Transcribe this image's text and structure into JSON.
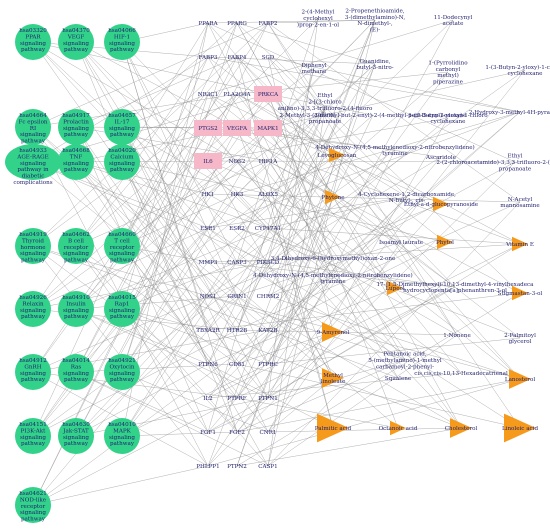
{
  "colors": {
    "pathway": "#33d28a",
    "gene_highlight": "#f6b8c8",
    "compound_triangle": "#f59a1b",
    "text": "#1e1e6e",
    "edge": "#8a8a8a"
  },
  "pathways": [
    {
      "id": "hsa03320",
      "name": "PPAR signaling pathway"
    },
    {
      "id": "hsa04370",
      "name": "VEGF signaling pathway"
    },
    {
      "id": "hsa04066",
      "name": "HIF-1 signaling pathway"
    },
    {
      "id": "hsa04664",
      "name": "Fc epsilon RI signaling pathway"
    },
    {
      "id": "hsa04917",
      "name": "Prolactin signaling pathway"
    },
    {
      "id": "hsa04657",
      "name": "IL-17 signaling pathway"
    },
    {
      "id": "hsa04933",
      "name": "AGE-RAGE signaling pathway in diabetic complications"
    },
    {
      "id": "hsa04668",
      "name": "TNF signaling pathway"
    },
    {
      "id": "hsa04020",
      "name": "Calcium signaling pathway"
    },
    {
      "id": "hsa04919",
      "name": "Thyroid hormone signaling pathway"
    },
    {
      "id": "hsa04662",
      "name": "B cell receptor signaling pathway"
    },
    {
      "id": "hsa04660",
      "name": "T cell receptor signaling pathway"
    },
    {
      "id": "hsa04926",
      "name": "Relaxin signaling pathway"
    },
    {
      "id": "hsa04910",
      "name": "Insulin signaling pathway"
    },
    {
      "id": "hsa04015",
      "name": "Rap1 signaling pathway"
    },
    {
      "id": "hsa04912",
      "name": "GnRH signaling pathway"
    },
    {
      "id": "hsa04014",
      "name": "Ras signaling pathway"
    },
    {
      "id": "hsa04921",
      "name": "Oxytocin signaling pathway"
    },
    {
      "id": "hsa04151",
      "name": "PI3K-Akt signaling pathway"
    },
    {
      "id": "hsa04630",
      "name": "Jak-STAT signaling pathway"
    },
    {
      "id": "hsa04010",
      "name": "MAPK signaling pathway"
    },
    {
      "id": "hsa04621",
      "name": "NOD-like receptor signaling pathway"
    }
  ],
  "genes": [
    {
      "name": "PPARA",
      "highlight": false
    },
    {
      "name": "PPARG",
      "highlight": false
    },
    {
      "name": "FABP2",
      "highlight": false
    },
    {
      "name": "FABP3",
      "highlight": false
    },
    {
      "name": "FABP4",
      "highlight": false
    },
    {
      "name": "SCD",
      "highlight": false
    },
    {
      "name": "NR3C1",
      "highlight": false
    },
    {
      "name": "PLA2G4A",
      "highlight": false
    },
    {
      "name": "PRKCA",
      "highlight": true
    },
    {
      "name": "PTGS2",
      "highlight": true
    },
    {
      "name": "VEGFA",
      "highlight": true
    },
    {
      "name": "MAPK1",
      "highlight": true
    },
    {
      "name": "IL6",
      "highlight": true
    },
    {
      "name": "NOS2",
      "highlight": false
    },
    {
      "name": "HIF1A",
      "highlight": false
    },
    {
      "name": "HK1",
      "highlight": false
    },
    {
      "name": "HK3",
      "highlight": false
    },
    {
      "name": "ALOX5",
      "highlight": false
    },
    {
      "name": "ESR1",
      "highlight": false
    },
    {
      "name": "ESR2",
      "highlight": false
    },
    {
      "name": "CYP17A1",
      "highlight": false
    },
    {
      "name": "MMP3",
      "highlight": false
    },
    {
      "name": "CASP3",
      "highlight": false
    },
    {
      "name": "PIK3CD",
      "highlight": false
    },
    {
      "name": "NOS1",
      "highlight": false
    },
    {
      "name": "GRIN1",
      "highlight": false
    },
    {
      "name": "CHRM2",
      "highlight": false
    },
    {
      "name": "TBXA2R",
      "highlight": false
    },
    {
      "name": "HTR2B",
      "highlight": false
    },
    {
      "name": "KAT2B",
      "highlight": false
    },
    {
      "name": "PTPN6",
      "highlight": false
    },
    {
      "name": "CD81",
      "highlight": false
    },
    {
      "name": "PTPRC",
      "highlight": false
    },
    {
      "name": "IL2",
      "highlight": false
    },
    {
      "name": "PTPRF",
      "highlight": false
    },
    {
      "name": "PTPN1",
      "highlight": false
    },
    {
      "name": "FGF1",
      "highlight": false
    },
    {
      "name": "FGF2",
      "highlight": false
    },
    {
      "name": "CNR1",
      "highlight": false
    },
    {
      "name": "PHLPP1",
      "highlight": false
    },
    {
      "name": "PTPN2",
      "highlight": false
    },
    {
      "name": "CASP1",
      "highlight": false
    }
  ],
  "compounds": [
    {
      "name": "2-(4-Methyl cyclohexyl )prop-2-en-1-ol",
      "triangle": null
    },
    {
      "name": "2-Propenethioamide, 3-(dimethylamino)-N, N-dimethyl-, (E)-",
      "triangle": null
    },
    {
      "name": "11-Dodecynyl acetate",
      "triangle": null
    },
    {
      "name": "Diphenyl methane",
      "triangle": null
    },
    {
      "name": "Guanidine, butyl-3-nitro-",
      "triangle": null
    },
    {
      "name": "1-(Pyrrolidino carbonyl methyl) piperazine",
      "triangle": null
    },
    {
      "name": "1-(3-Butyn-2-yloxy)-1-chloro cyclohexane",
      "triangle": null
    },
    {
      "name": "Ethyl 2-[(3-chloro anilino)-3,3,3-trifluoro-2-(4-fluoro anilino) propanoate",
      "triangle": null
    },
    {
      "name": "2-Methyl-3-(3-methyl-but-2-enyl)-2-(4-methyl-pent-3-enyl)-oxetane",
      "triangle": null
    },
    {
      "name": "1-(3-Butyn-2-yloxy)-1-chloro cyclohexane",
      "triangle": null
    },
    {
      "name": "2-Hydroxy-3-methyl-4H-pyran-4-one",
      "triangle": null
    },
    {
      "name": "4-Dehydroxy-N-(4,5-methylenedioxy-2-nitrobenzylidene) tyramine",
      "triangle": null
    },
    {
      "name": "Ethyl 2-(2-chloroacetamido)-3,3,3-trifluoro-2-(3-fluoroanilino) propanoate",
      "triangle": null
    },
    {
      "name": "Levoglucosan",
      "triangle": "small"
    },
    {
      "name": "Ascaridole",
      "triangle": null
    },
    {
      "name": "Phytone",
      "triangle": "small"
    },
    {
      "name": "4-Cyclohexene-1,2-dicarboxamide, N-butyl-, cis-",
      "triangle": null
    },
    {
      "name": "Ethyl-a-d-glucopyranoside",
      "triangle": "small"
    },
    {
      "name": "N-Acetyl mannosamine",
      "triangle": null
    },
    {
      "name": "3,4-Dihydroxy-6-(hydroxymethyl)oxan-2-one",
      "triangle": null
    },
    {
      "name": "Isoamyl laurate",
      "triangle": null
    },
    {
      "name": "Phytol",
      "triangle": "small"
    },
    {
      "name": "Vitamin E",
      "triangle": "small"
    },
    {
      "name": "4-Dehydroxy-N-(4,5-methylenedioxy-2-nitrobenzylidene) tyramine",
      "triangle": null
    },
    {
      "name": "Lupeol",
      "triangle": "small"
    },
    {
      "name": "17-(1,5-Dimethylhexyl)-10,13-dimethyl-4-vinylhexadeca hydrocyclopenta[a]phenanthren-3-ol",
      "triangle": null
    },
    {
      "name": "Stigmastan-3-ol",
      "triangle": "small"
    },
    {
      "name": "9-Amyrenol",
      "triangle": "medium"
    },
    {
      "name": "Pentanoic acid, 5-(methylamino)-1-methyl carbamoyl-2-phenyl-",
      "triangle": null
    },
    {
      "name": "1-Nonene",
      "triangle": null
    },
    {
      "name": "2-Palmitoyl glycerol",
      "triangle": null
    },
    {
      "name": "Methyl linoleate",
      "triangle": "medium"
    },
    {
      "name": "Squalene",
      "triangle": null
    },
    {
      "name": "cis,cis,cis-10,13-Hexadecatrienal",
      "triangle": null
    },
    {
      "name": "Lanosterol",
      "triangle": "medium"
    },
    {
      "name": "Palmitic acid",
      "triangle": "large"
    },
    {
      "name": "Octanoic acid",
      "triangle": "small"
    },
    {
      "name": "Cholesterol",
      "triangle": "medium"
    },
    {
      "name": "Linoleic acid",
      "triangle": "large"
    }
  ]
}
